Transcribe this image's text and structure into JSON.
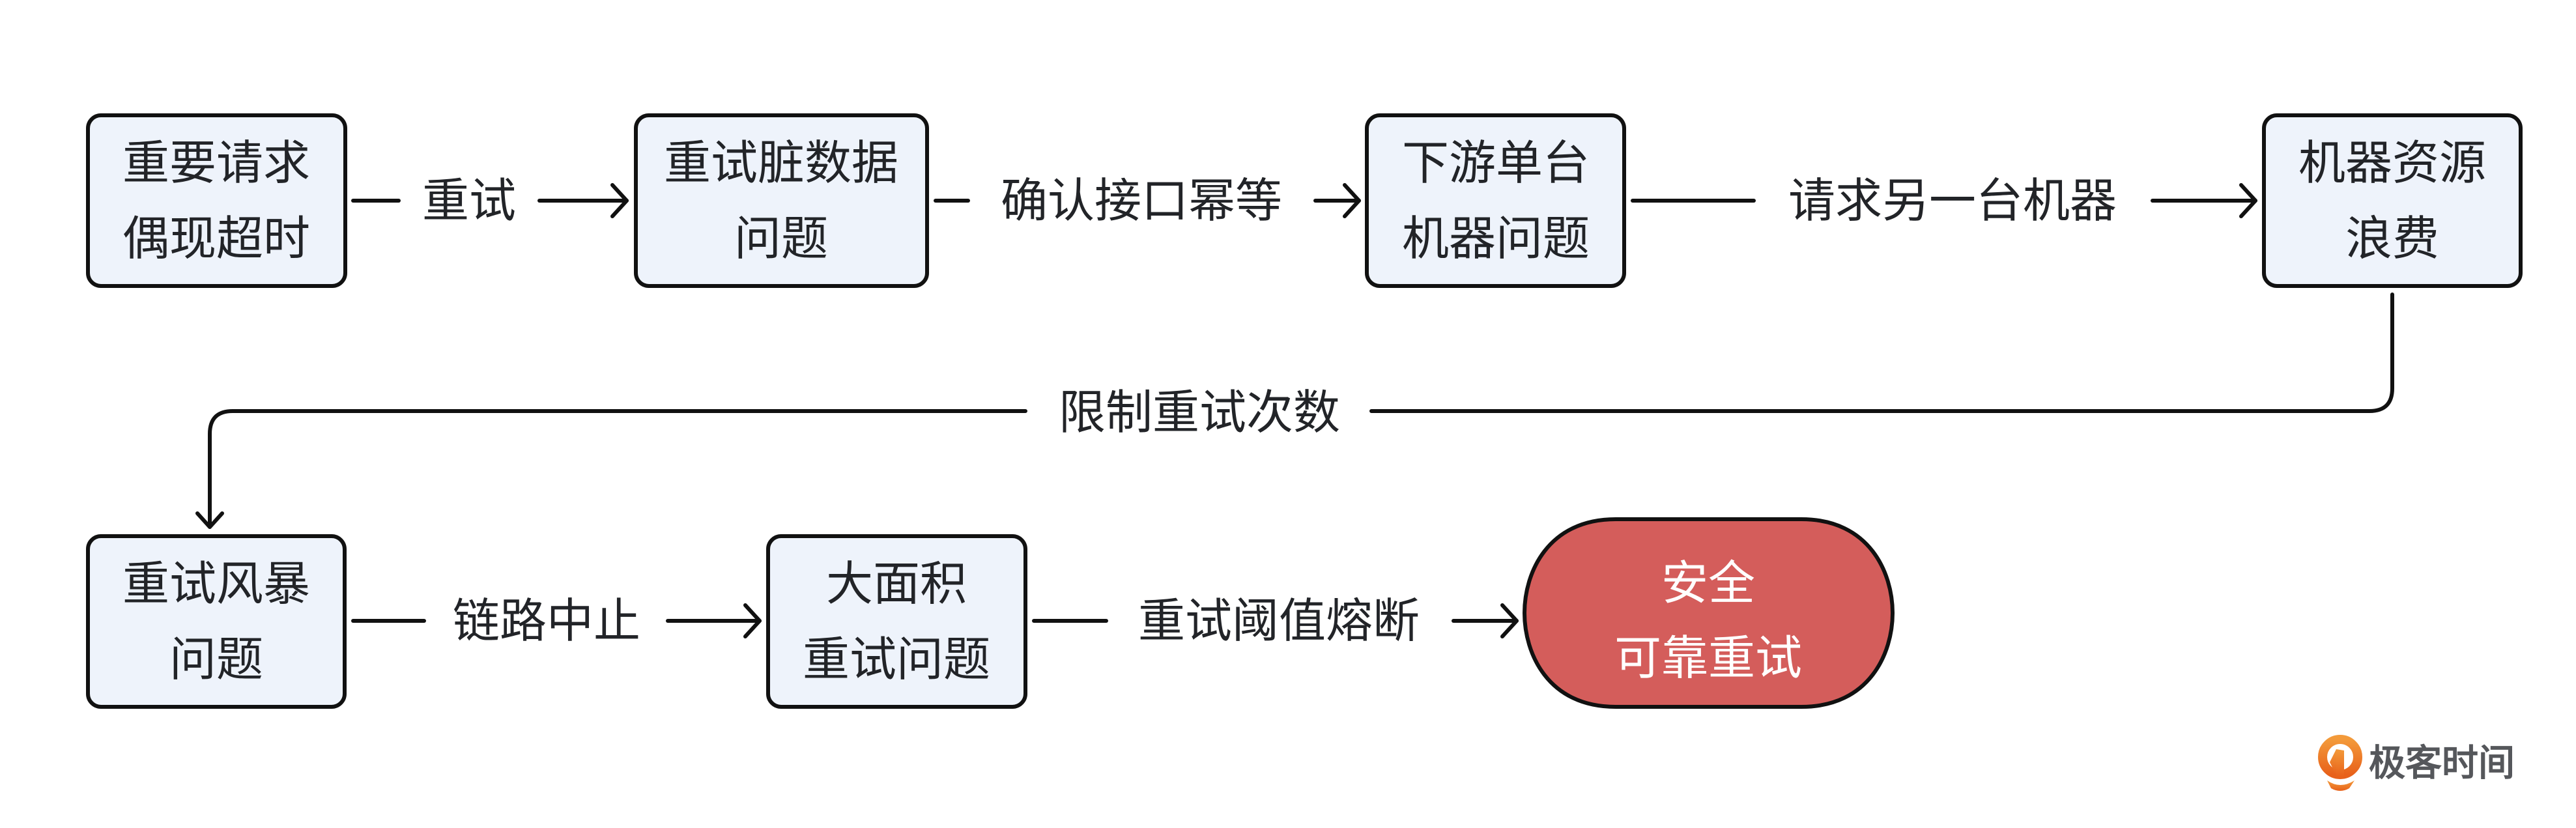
{
  "title": "重试问题演进流程",
  "colors": {
    "node_fill": "#eef3fb",
    "terminal_fill": "#d45d5b",
    "stroke": "#111111",
    "text": "#222428",
    "brand_orange": "#ed7a26"
  },
  "nodes": [
    {
      "id": "n1",
      "lines": [
        "重要请求",
        "偶现超时"
      ]
    },
    {
      "id": "n2",
      "lines": [
        "重试脏数据",
        "问题"
      ]
    },
    {
      "id": "n3",
      "lines": [
        "下游单台",
        "机器问题"
      ]
    },
    {
      "id": "n4",
      "lines": [
        "机器资源",
        "浪费"
      ]
    },
    {
      "id": "n5",
      "lines": [
        "重试风暴",
        "问题"
      ]
    },
    {
      "id": "n6",
      "lines": [
        "大面积",
        "重试问题"
      ]
    },
    {
      "id": "n7",
      "lines": [
        "安全",
        "可靠重试"
      ],
      "type": "terminal"
    }
  ],
  "edges": [
    {
      "from": "n1",
      "to": "n2",
      "label": "重试"
    },
    {
      "from": "n2",
      "to": "n3",
      "label": "确认接口幂等"
    },
    {
      "from": "n3",
      "to": "n4",
      "label": "请求另一台机器"
    },
    {
      "from": "n4",
      "to": "n5",
      "label": "限制重试次数"
    },
    {
      "from": "n5",
      "to": "n6",
      "label": "链路中止"
    },
    {
      "from": "n6",
      "to": "n7",
      "label": "重试阈值熔断"
    }
  ],
  "watermark": {
    "icon": "geektime-logo-icon",
    "text": "极客时间"
  }
}
